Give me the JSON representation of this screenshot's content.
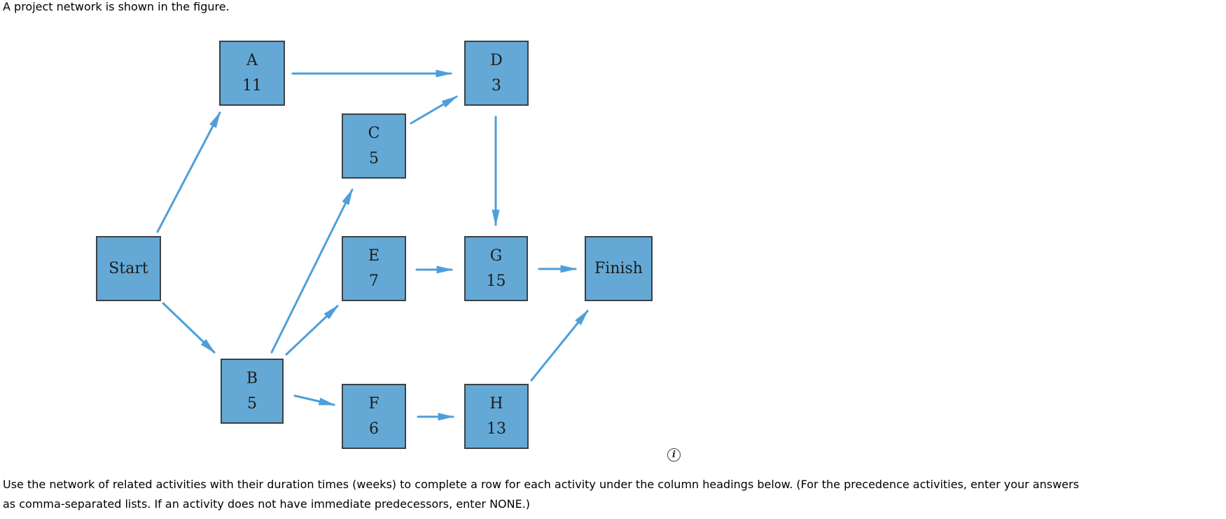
{
  "page": {
    "intro_text": "A project network is shown in the figure.",
    "instruction_line1": "Use the network of related activities with their duration times (weeks) to complete a row for each activity under the column headings below. (For the precedence activities, enter your answers",
    "instruction_line2": "as comma-separated lists. If an activity does not have immediate predecessors, enter NONE.)"
  },
  "colors": {
    "node_fill": "#64a9d6",
    "node_border": "#3d4045",
    "arrow": "#4e9fd9",
    "text": "#000000"
  },
  "icons": {
    "info": "i"
  },
  "network": {
    "duration_unit": "weeks",
    "nodes": [
      {
        "id": "start",
        "label": "Start",
        "duration": ""
      },
      {
        "id": "a",
        "label": "A",
        "duration": "11"
      },
      {
        "id": "b",
        "label": "B",
        "duration": "5"
      },
      {
        "id": "c",
        "label": "C",
        "duration": "5"
      },
      {
        "id": "d",
        "label": "D",
        "duration": "3"
      },
      {
        "id": "e",
        "label": "E",
        "duration": "7"
      },
      {
        "id": "f",
        "label": "F",
        "duration": "6"
      },
      {
        "id": "g",
        "label": "G",
        "duration": "15"
      },
      {
        "id": "h",
        "label": "H",
        "duration": "13"
      },
      {
        "id": "finish",
        "label": "Finish",
        "duration": ""
      }
    ],
    "edges": [
      {
        "from": "Start",
        "to": "A"
      },
      {
        "from": "Start",
        "to": "B"
      },
      {
        "from": "A",
        "to": "D"
      },
      {
        "from": "C",
        "to": "D"
      },
      {
        "from": "B",
        "to": "C"
      },
      {
        "from": "B",
        "to": "E"
      },
      {
        "from": "B",
        "to": "F"
      },
      {
        "from": "D",
        "to": "G"
      },
      {
        "from": "E",
        "to": "G"
      },
      {
        "from": "F",
        "to": "H"
      },
      {
        "from": "G",
        "to": "Finish"
      },
      {
        "from": "H",
        "to": "Finish"
      }
    ]
  }
}
